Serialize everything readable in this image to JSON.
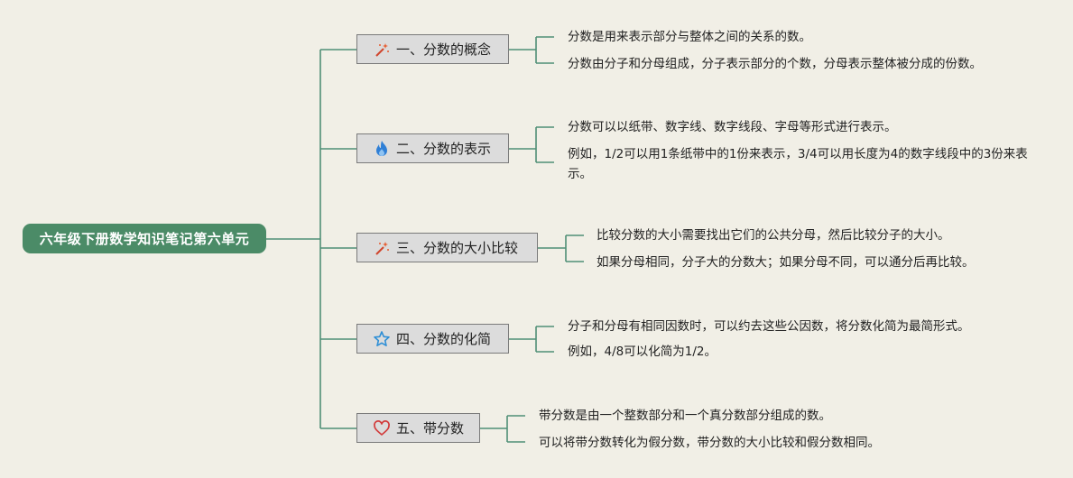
{
  "root": "六年级下册数学知识笔记第六单元",
  "branches": [
    {
      "icon": "magic-wand-icon",
      "label": "一、分数的概念",
      "notes": [
        "分数是用来表示部分与整体之间的关系的数。",
        "分数由分子和分母组成，分子表示部分的个数，分母表示整体被分成的份数。"
      ]
    },
    {
      "icon": "fire-icon",
      "label": "二、分数的表示",
      "notes": [
        "分数可以以纸带、数字线、数字线段、字母等形式进行表示。",
        "例如，1/2可以用1条纸带中的1份来表示，3/4可以用长度为4的数字线段中的3份来表示。"
      ]
    },
    {
      "icon": "magic-wand-icon",
      "label": "三、分数的大小比较",
      "notes": [
        "比较分数的大小需要找出它们的公共分母，然后比较分子的大小。",
        "如果分母相同，分子大的分数大；如果分母不同，可以通分后再比较。"
      ]
    },
    {
      "icon": "star-icon",
      "label": "四、分数的化简",
      "notes": [
        "分子和分母有相同因数时，可以约去这些公因数，将分数化简为最简形式。",
        "例如，4/8可以化简为1/2。"
      ]
    },
    {
      "icon": "heart-icon",
      "label": "五、带分数",
      "notes": [
        "带分数是由一个整数部分和一个真分数部分组成的数。",
        "可以将带分数转化为假分数，带分数的大小比较和假分数相同。"
      ]
    }
  ],
  "colors": {
    "connector": "#4f8f76",
    "root_bg": "#4b8b67",
    "branch_bg": "#dcdcdc",
    "background": "#f1efe6"
  }
}
